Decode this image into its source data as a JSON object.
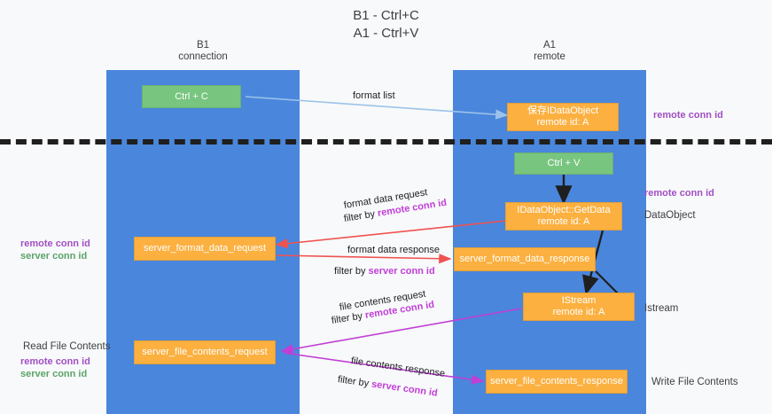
{
  "title": {
    "line1": "B1 - Ctrl+C",
    "line2": "A1 - Ctrl+V"
  },
  "lanes": [
    {
      "id": "b1",
      "name": "B1",
      "subtitle": "connection"
    },
    {
      "id": "a1",
      "name": "A1",
      "subtitle": "remote"
    }
  ],
  "nodes": {
    "ctrl_c": {
      "line1": "Ctrl + C",
      "line2": "",
      "color": "#78c57f"
    },
    "save_dataobject": {
      "line1": "保存IDataObject",
      "line2": "remote id: A",
      "color": "#fbb040"
    },
    "ctrl_v": {
      "line1": "Ctrl + V",
      "line2": "",
      "color": "#78c57f"
    },
    "getdata": {
      "line1": "IDataObject::GetData",
      "line2": "remote id: A",
      "color": "#fbb040"
    },
    "server_format_data_request": {
      "line1": "server_format_data_request",
      "line2": "",
      "color": "#fbb040"
    },
    "server_format_data_response": {
      "line1": "server_format_data_response",
      "line2": "",
      "color": "#fbb040"
    },
    "istream": {
      "line1": "IStream",
      "line2": "remote id: A",
      "color": "#fbb040"
    },
    "server_file_contents_request": {
      "line1": "server_file_contents_request",
      "line2": "",
      "color": "#fbb040"
    },
    "server_file_contents_response": {
      "line1": "server_file_contents_response",
      "line2": "",
      "color": "#fbb040"
    }
  },
  "edge_labels": {
    "format_list": "format list",
    "format_data_request": "format data request",
    "format_data_request_filter_prefix": "filter by ",
    "format_data_request_filter_value": "remote conn id",
    "format_data_response": "format data response",
    "format_data_response_filter_prefix": "filter by ",
    "format_data_response_filter_value": "server conn id",
    "file_contents_request": "file contents request",
    "file_contents_request_filter_prefix": "filter by ",
    "file_contents_request_filter_value": "remote conn id",
    "file_contents_response": "file contents response",
    "file_contents_response_filter_prefix": "filter by ",
    "file_contents_response_filter_value": "server conn id"
  },
  "annotations": {
    "right_remote_conn_id_top": "remote conn id",
    "right_remote_conn_id_mid": "remote conn id",
    "right_dataobject": "DataObject",
    "right_istream": "Istream",
    "right_write_file_contents": "Write File Contents",
    "left_read_file_contents": "Read File Contents",
    "remote_conn_id": "remote conn id",
    "server_conn_id": "server conn id"
  },
  "colors": {
    "lane": "#4a86dc",
    "green_node": "#78c57f",
    "orange_node": "#fbb040",
    "divider": "#1f1f1f",
    "arrow_blue": "#9cc3ea",
    "arrow_red": "#ef5350",
    "arrow_magenta": "#c13fd6",
    "arrow_black": "#1f1f1f",
    "purple_text": "#a14fc4",
    "green_text": "#5aa469",
    "background": "#f8f9fa"
  }
}
